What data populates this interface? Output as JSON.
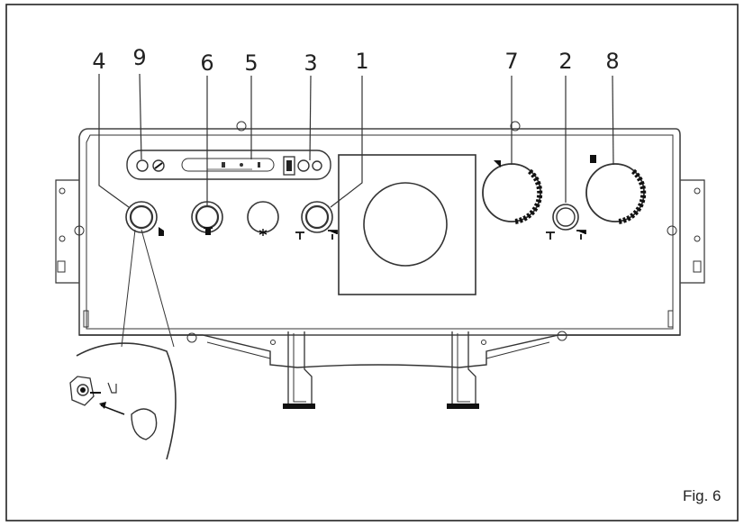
{
  "figure": {
    "caption": "Fig. 6"
  },
  "callouts": [
    {
      "id": "c4",
      "text": "4"
    },
    {
      "id": "c9",
      "text": "9"
    },
    {
      "id": "c6",
      "text": "6"
    },
    {
      "id": "c5",
      "text": "5"
    },
    {
      "id": "c3",
      "text": "3"
    },
    {
      "id": "c1",
      "text": "1"
    },
    {
      "id": "c7",
      "text": "7"
    },
    {
      "id": "c2",
      "text": "2"
    },
    {
      "id": "c8",
      "text": "8"
    }
  ],
  "colors": {
    "line": "#333333",
    "background": "#ffffff",
    "dark": "#111111"
  },
  "icons": [
    "hand-icon",
    "trash-icon",
    "lamp-icon",
    "radiator-icon",
    "tap-icon",
    "heating-icon"
  ]
}
